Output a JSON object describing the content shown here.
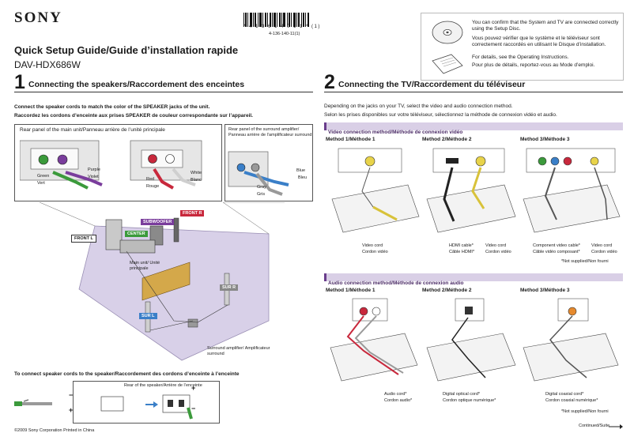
{
  "header": {
    "brand": "SONY",
    "barcode_number": "* 4 1 3 6 1 4 0 1 1 * (1)",
    "part_number": "4-136-140-11(1)",
    "title": "Quick Setup Guide/Guide d’installation rapide",
    "model": "DAV-HDX686W"
  },
  "disc_note": {
    "en": "You can confirm that the System and TV are connected correctly using the Setup Disc.",
    "fr": "Vous pouvez vérifier que le système et le téléviseur sont correctement raccordés en utilisant le Disque d’installation.",
    "details_en": "For details, see the Operating Instructions.",
    "details_fr": "Pour plus de détails, reportez-vous au Mode d’emploi."
  },
  "section1": {
    "number": "1",
    "title": "Connecting the speakers/Raccordement des enceintes",
    "intro_en": "Connect the speaker cords to match the color of the SPEAKER jacks of the unit.",
    "intro_fr": "Raccordez les cordons d’enceinte aux prises SPEAKER de couleur correspondante sur l’appareil.",
    "rear_main": "Rear panel of the main unit/Panneau arrière de l’unité principale",
    "rear_surround": "Rear panel of the surround amplifier/ Panneau arrière de l’amplificateur surround",
    "colors": {
      "green": "Green",
      "vert": "Vert",
      "purple": "Purple",
      "violet": "Violet",
      "red": "Red",
      "rouge": "Rouge",
      "white": "White",
      "blanc": "Blanc",
      "gray": "Gray",
      "gris": "Gris",
      "blue": "Blue",
      "bleu": "Bleu"
    },
    "speakers": {
      "front_r": "FRONT R",
      "front_l": "FRONT L",
      "subwoofer": "SUBWOOFER",
      "center": "CENTER",
      "sur_r": "SUR R",
      "sur_l": "SUR L"
    },
    "main_unit": "Main unit/ Unité principale",
    "surround_amp": "Surround amplifier/ Amplificateur surround",
    "cord_title": "To connect speaker cords to the speaker/Raccordement des cordons d’enceinte à l’enceinte",
    "rear_speaker": "Rear of the speaker/Arrière de l’enceinte",
    "plus": "+",
    "minus": "−"
  },
  "section2": {
    "number": "2",
    "title": "Connecting the TV/Raccordement du téléviseur",
    "intro_en": "Depending on the jacks on your TV, select the video and audio connection method.",
    "intro_fr": "Selon les prises disponibles sur votre téléviseur, sélectionnez la méthode de connexion vidéo et audio.",
    "video_bar": "Video connection method/Méthode de connexion vidéo",
    "audio_bar": "Audio connection method/Méthode de connexion audio",
    "methods": [
      "Method 1/Méthode 1",
      "Method 2/Méthode 2",
      "Method 3/Méthode 3"
    ],
    "video_cords": {
      "m1": [
        "Video cord",
        "Cordon vidéo"
      ],
      "m2a": [
        "HDMI cable*",
        "Câble HDMI*"
      ],
      "m2b": [
        "Video cord",
        "Cordon vidéo"
      ],
      "m3a": [
        "Component video cable*",
        "Câble vidéo composant*"
      ],
      "m3b": [
        "Video cord",
        "Cordon vidéo"
      ]
    },
    "audio_cords": {
      "m1": [
        "Audio cord*",
        "Cordon audio*"
      ],
      "m2": [
        "Digital optical cord*",
        "Cordon optique numérique*"
      ],
      "m3": [
        "Digital coaxial cord*",
        "Cordon coaxial numérique*"
      ]
    },
    "not_supplied": "*Not supplied/Non fourni"
  },
  "footer": {
    "copyright": "©2009 Sony Corporation   Printed in China",
    "continued": "Continued/Suite"
  },
  "colors": {
    "accent_purple": "#6a3d8c",
    "bar_purple": "#d9cfe6",
    "speaker_red": "#c8283c",
    "speaker_green": "#3b9a3b",
    "speaker_purple": "#7a3d9c",
    "speaker_blue": "#3a7fc8",
    "floor": "#d8d0e8"
  }
}
